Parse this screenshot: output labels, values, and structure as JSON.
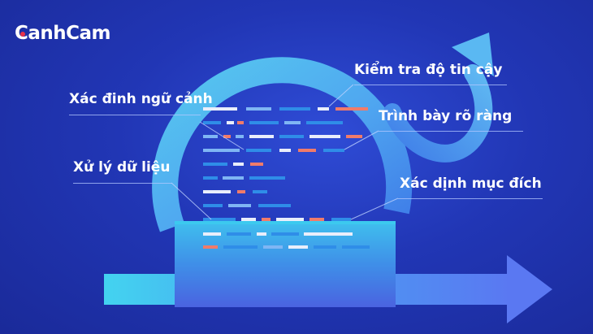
{
  "brand": {
    "logo_text": "CanhCam",
    "accent_color": "#e8324a"
  },
  "labels": {
    "context": "Xác đinh ngữ cảnh",
    "data_processing": "Xử lý dữ liệu",
    "reliability": "Kiểm tra độ tin cậy",
    "presentation": "Trình bày rõ ràng",
    "purpose": "Xác dịnh mục đích"
  },
  "colors": {
    "background": "#2136b5",
    "cycle_arrow": "#5ec3f0",
    "forward_arrow": "#4f8ef5",
    "code_white": "#e9eefb",
    "code_blue": "#2f8de8",
    "code_light_blue": "#7fb6f4",
    "code_salmon": "#f07b6a"
  },
  "icons": [
    "cycle-arrow-icon",
    "forward-arrow-icon",
    "code-lines-icon"
  ]
}
